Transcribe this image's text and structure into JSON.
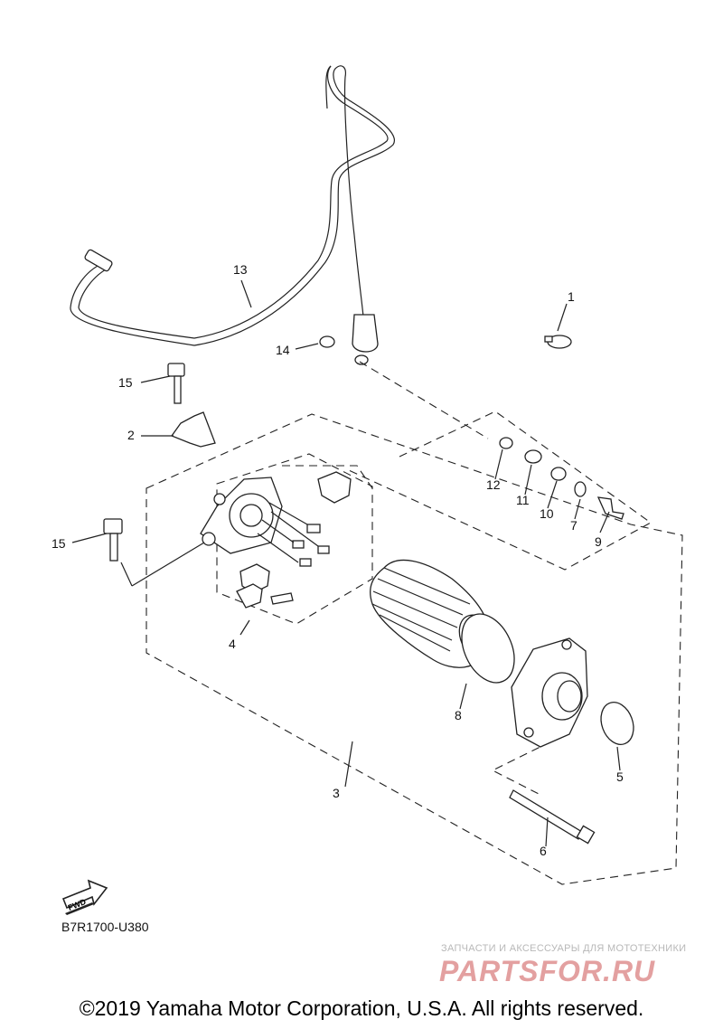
{
  "callouts": {
    "c1": "1",
    "c2": "2",
    "c3": "3",
    "c4": "4",
    "c5": "5",
    "c6": "6",
    "c7": "7",
    "c8": "8",
    "c9": "9",
    "c10": "10",
    "c11": "11",
    "c12": "12",
    "c13": "13",
    "c14": "14",
    "c15a": "15",
    "c15b": "15"
  },
  "fwd_label": "FWD",
  "diagram_code": "B7R1700-U380",
  "watermark": {
    "tagline": "ЗАПЧАСТИ И АКСЕССУАРЫ ДЛЯ МОТОТЕХНИКИ",
    "logo": "PARTSFOR.RU"
  },
  "copyright": "©2019 Yamaha Motor Corporation, U.S.A. All rights reserved."
}
